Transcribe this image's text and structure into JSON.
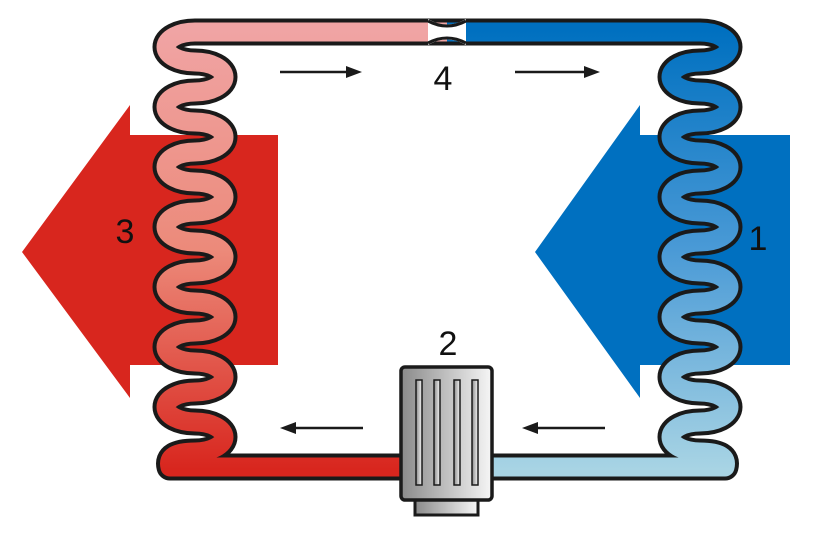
{
  "diagram": {
    "labels": {
      "evaporator": "1",
      "compressor": "2",
      "condenser": "3",
      "expansion_valve": "4"
    },
    "colors": {
      "hot": "#d8261e",
      "hot_light": "#f0a0a0",
      "cold": "#0070c0",
      "cold_light": "#a8d4e4",
      "outline": "#1a1a1a"
    }
  }
}
